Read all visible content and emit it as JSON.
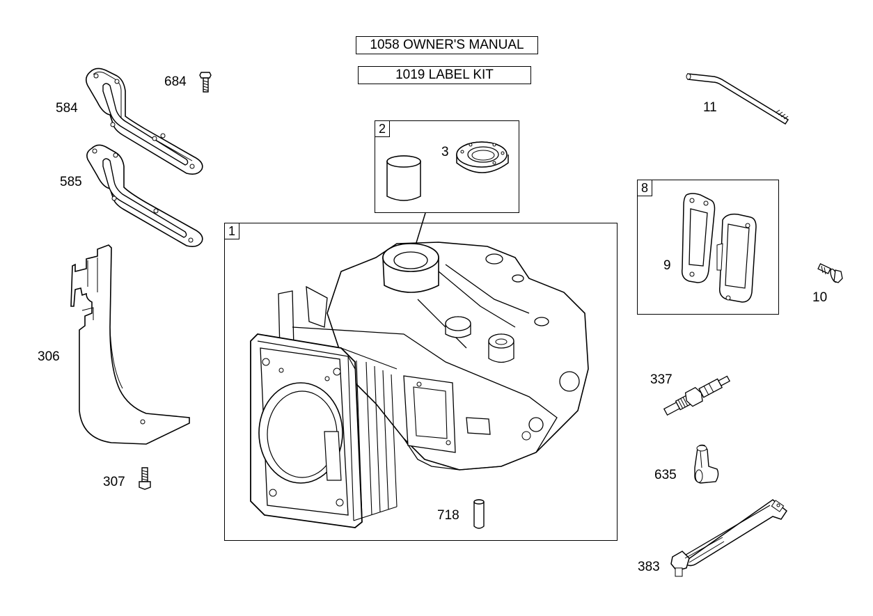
{
  "titles": {
    "owners_manual": "1058 OWNER'S MANUAL",
    "label_kit": "1019 LABEL KIT"
  },
  "frames": {
    "cylinder": "1",
    "bushing_seal": "2",
    "gasket_cover": "8"
  },
  "parts": {
    "p684": "684",
    "p584": "584",
    "p585": "585",
    "p306": "306",
    "p307": "307",
    "p3": "3",
    "p11": "11",
    "p9": "9",
    "p10": "10",
    "p337": "337",
    "p635": "635",
    "p718": "718",
    "p383": "383"
  },
  "colors": {
    "line": "#000000",
    "background": "#ffffff"
  }
}
